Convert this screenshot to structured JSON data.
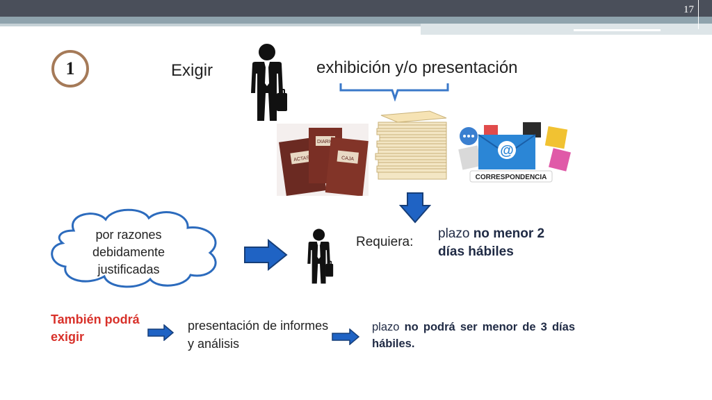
{
  "slide": {
    "page_number": "17",
    "step_number": "1"
  },
  "diagram": {
    "action_label": "Exigir",
    "object_label": "exhibición y/o presentación",
    "cloud_text": "por razones debidamente justificadas",
    "requires_label": "Requiera:",
    "deadline1_prefix": "plazo ",
    "deadline1_bold": "no menor  2 días hábiles",
    "also_label": "También podrá exigir",
    "reports_label": "presentación de informes y análisis",
    "deadline2_prefix": "plazo ",
    "deadline2_bold": "no podrá ser menor de 3 días hábiles.",
    "correspondence_label": "CORRESPONDENCIA",
    "book_labels": [
      "ACTAS",
      "DIARIO",
      "CAJA"
    ]
  },
  "colors": {
    "arrow_blue": "#1f63c4",
    "red_text": "#d8312a",
    "navy_text": "#1f2a44",
    "circle_border": "#a57a58",
    "brace_blue": "#3a78c9"
  }
}
